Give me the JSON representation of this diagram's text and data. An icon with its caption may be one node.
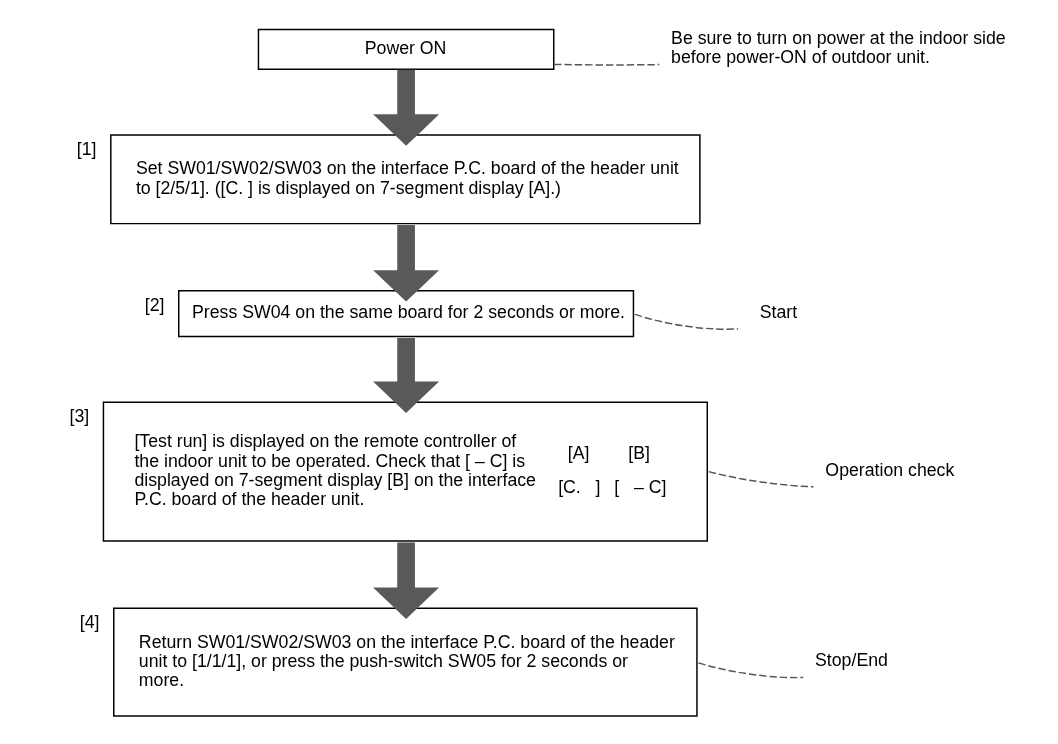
{
  "diagram": {
    "nodes": [
      {
        "text": [
          "Power ON"
        ]
      },
      {
        "text": [
          "Be sure to turn on power at the indoor side before power-ON of outdoor unit."
        ]
      },
      {
        "text": [
          "Set SW01/SW02/SW03 on the interface P.C. board of the header unit to [2/5/1]. ([C. ] is displayed on 7-segment display [A].)"
        ],
        "beside": [
          "[1]"
        ]
      },
      {
        "text": [
          "Press SW04 on the same board for 2 seconds or more."
        ],
        "beside": [
          "[2]"
        ]
      },
      {
        "text": [
          "Start"
        ]
      },
      {
        "text": [
          "[Test run] is displayed on the remote controller of the indoor unit to be operated. Check that [ – C] is displayed on 7-segment display [B] on the interface P.C. board of the header unit.",
          "[A]",
          "[B]",
          "[C.   ]",
          "[   – C]"
        ],
        "beside": [
          "[3]"
        ]
      },
      {
        "text": [
          "Operation check"
        ]
      },
      {
        "text": [
          "Return SW01/SW02/SW03 on the interface P.C. board of the header unit to [1/1/1], or press the push-switch SW05 for 2 seconds or more."
        ],
        "beside": [
          "[4]"
        ]
      },
      {
        "text": [
          "Stop/End"
        ]
      }
    ],
    "edges": [
      {
        "from": 0,
        "to": 1,
        "arrow": "none",
        "style": "dashed"
      },
      {
        "from": 0,
        "to": 2,
        "arrow": "to",
        "style": "thick"
      },
      {
        "from": 2,
        "to": 3,
        "arrow": "to",
        "style": "thick"
      },
      {
        "from": 3,
        "to": 4,
        "arrow": "none",
        "style": "dashed"
      },
      {
        "from": 3,
        "to": 5,
        "arrow": "to",
        "style": "thick"
      },
      {
        "from": 5,
        "to": 6,
        "arrow": "none",
        "style": "dashed"
      },
      {
        "from": 5,
        "to": 7,
        "arrow": "to",
        "style": "thick"
      },
      {
        "from": 7,
        "to": 8,
        "arrow": "none",
        "style": "dashed"
      }
    ]
  }
}
